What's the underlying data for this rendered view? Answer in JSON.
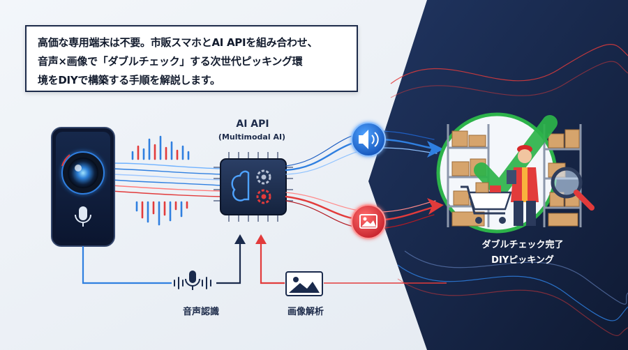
{
  "callout": {
    "lines": [
      "高価な専用端末は不要。市販スマホとAI APIを組み合わせ、",
      "音声×画像で「ダブルチェック」する次世代ピッキング環",
      "境をDIYで構築する手順を解説します。"
    ]
  },
  "api": {
    "title": "AI API",
    "subtitle": "(Multimodal AI)"
  },
  "inputs": {
    "voice_label": "音声認識",
    "image_label": "画像解析"
  },
  "result": {
    "line1": "ダブルチェック完了",
    "line2": "DIYピッキング"
  },
  "icons": {
    "phone": "smartphone-icon",
    "camera": "camera-lens-icon",
    "mic": "microphone-icon",
    "chip": "ai-chip-icon",
    "speaker": "speaker-icon",
    "image": "image-icon",
    "check": "checkmark-icon",
    "magnifier": "magnifier-icon",
    "cart": "shopping-cart-icon",
    "worker": "warehouse-worker-icon"
  },
  "colors": {
    "navy": "#1a2a4c",
    "blue": "#2f7fe0",
    "red": "#e23b3b",
    "green": "#2db34a"
  }
}
